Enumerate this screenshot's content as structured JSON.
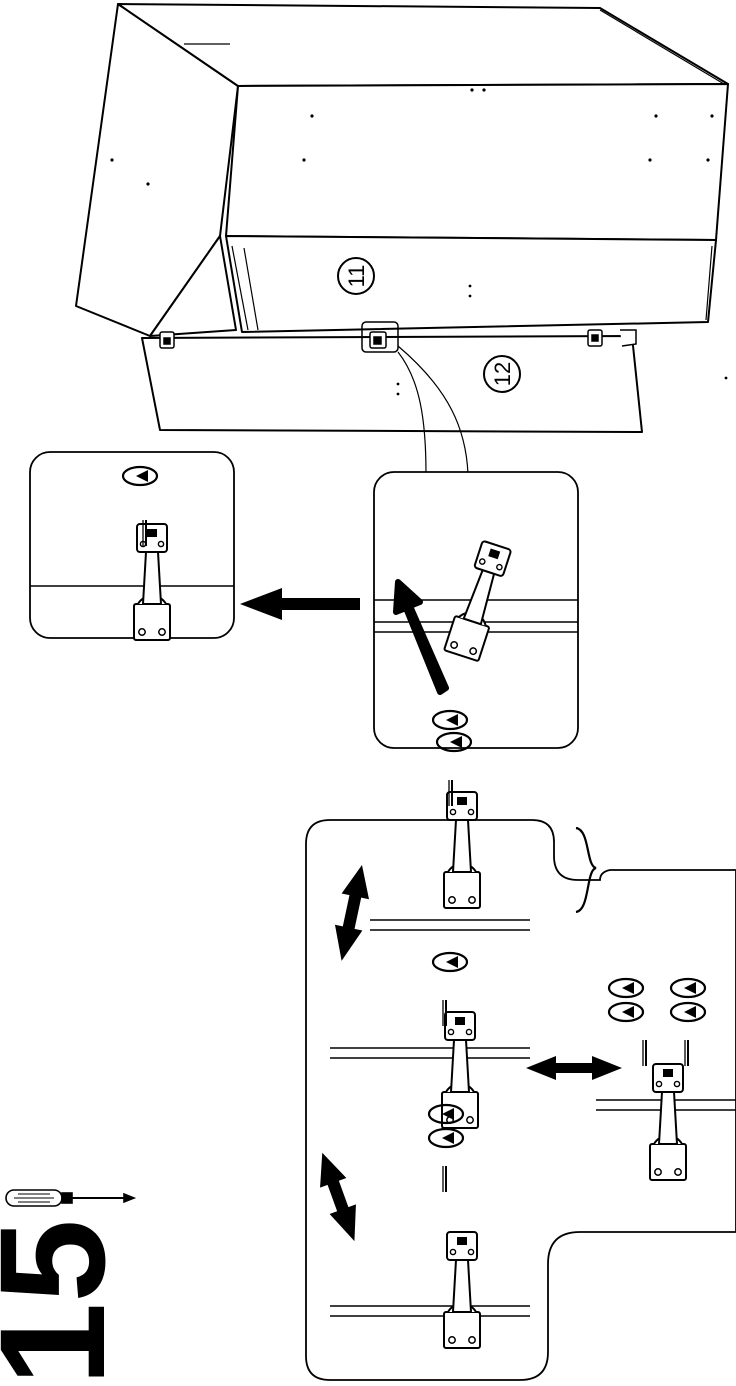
{
  "step": {
    "number": "15"
  },
  "parts": {
    "panel_top": "11",
    "panel_front": "12"
  },
  "tools": {
    "screwdriver_icon": "phillips-screwdriver-icon"
  },
  "colors": {
    "line": "#000000",
    "background": "#ffffff",
    "panel_fill": "#ffffff"
  }
}
